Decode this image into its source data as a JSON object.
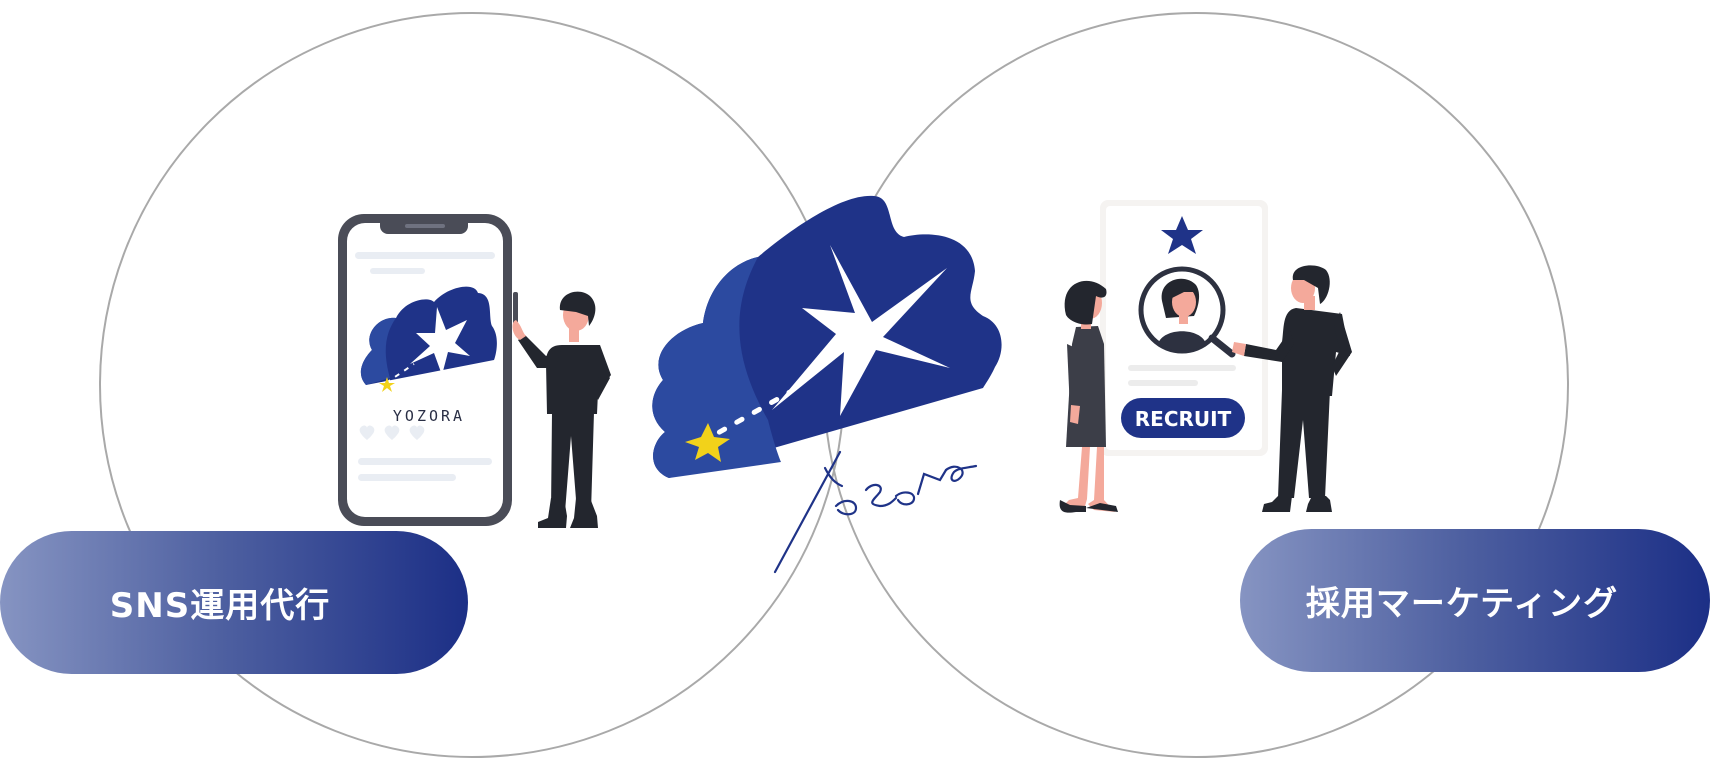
{
  "services": {
    "left": {
      "label": "SNS運用代行"
    },
    "right": {
      "label": "採用マーケティング"
    }
  },
  "phone_post": {
    "brand_text": "YOZORA"
  },
  "recruit_card": {
    "badge": "RECRUIT"
  },
  "logo": {
    "signature_text": "Yozora"
  },
  "colors": {
    "navy": "#1f3388",
    "navy_light": "#2c4aa0",
    "dark_suit": "#23262e",
    "skin": "#f4a99b",
    "star_yellow": "#f2d21a",
    "circle_stroke": "#a9a9a9"
  }
}
